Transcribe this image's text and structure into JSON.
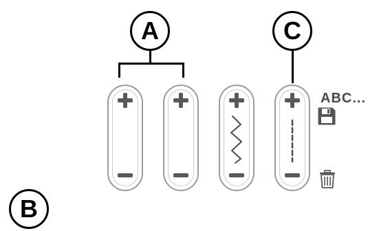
{
  "callouts": {
    "a": "A",
    "b": "B",
    "c": "C"
  },
  "memory_slots": [
    {
      "plus": "+",
      "minus": "−",
      "pattern": "empty"
    },
    {
      "plus": "+",
      "minus": "−",
      "pattern": "empty"
    },
    {
      "plus": "+",
      "minus": "−",
      "pattern": "zigzag-stitch"
    },
    {
      "plus": "+",
      "minus": "−",
      "pattern": "straight-stitch"
    }
  ],
  "side_actions": {
    "rename_label": "ABC...",
    "save_icon": "floppy-disk-icon",
    "delete_icon": "trash-icon"
  },
  "colors": {
    "callout": "#000000",
    "control": "#595959",
    "slot_border": "#9a9a9a"
  }
}
